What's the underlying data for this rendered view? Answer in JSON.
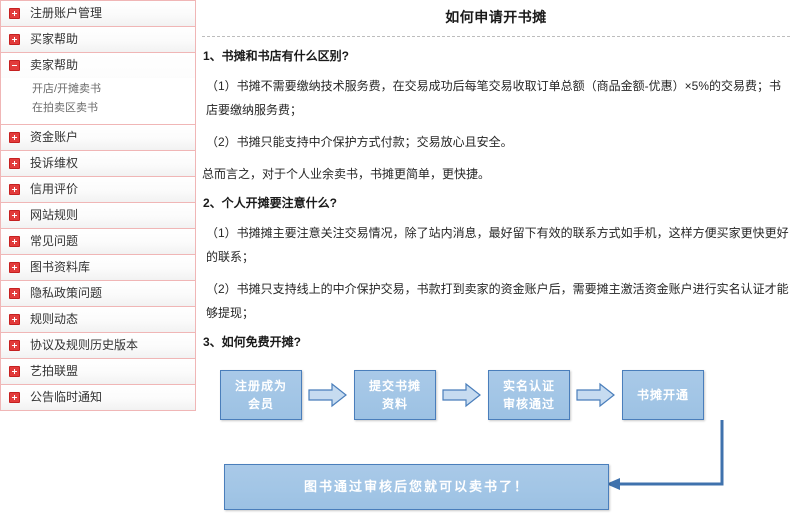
{
  "sidebar": {
    "items": [
      {
        "label": "注册账户管理",
        "icon": "plus-icon",
        "expanded": false,
        "children": []
      },
      {
        "label": "买家帮助",
        "icon": "plus-icon",
        "expanded": false,
        "children": []
      },
      {
        "label": "卖家帮助",
        "icon": "minus-icon",
        "expanded": true,
        "children": [
          "开店/开摊卖书",
          "在拍卖区卖书"
        ]
      },
      {
        "label": "资金账户",
        "icon": "plus-icon",
        "expanded": false,
        "children": []
      },
      {
        "label": "投诉维权",
        "icon": "plus-icon",
        "expanded": false,
        "children": []
      },
      {
        "label": "信用评价",
        "icon": "plus-icon",
        "expanded": false,
        "children": []
      },
      {
        "label": "网站规则",
        "icon": "plus-icon",
        "expanded": false,
        "children": []
      },
      {
        "label": "常见问题",
        "icon": "plus-icon",
        "expanded": false,
        "children": []
      },
      {
        "label": "图书资料库",
        "icon": "plus-icon",
        "expanded": false,
        "children": []
      },
      {
        "label": "隐私政策问题",
        "icon": "plus-icon",
        "expanded": false,
        "children": []
      },
      {
        "label": "规则动态",
        "icon": "plus-icon",
        "expanded": false,
        "children": []
      },
      {
        "label": "协议及规则历史版本",
        "icon": "plus-icon",
        "expanded": false,
        "children": []
      },
      {
        "label": "艺拍联盟",
        "icon": "plus-icon",
        "expanded": false,
        "children": []
      },
      {
        "label": "公告临时通知",
        "icon": "plus-icon",
        "expanded": false,
        "children": []
      }
    ]
  },
  "main": {
    "title": "如何申请开书摊",
    "sections": [
      {
        "heading": "1、书摊和书店有什么区别?",
        "paragraphs": [
          "（1）书摊不需要缴纳技术服务费，在交易成功后每笔交易收取订单总额（商品金额-优惠）×5%的交易费；书店要缴纳服务费；",
          "（2）书摊只能支持中介保护方式付款；交易放心且安全。",
          "总而言之，对于个人业余卖书，书摊更简单，更快捷。"
        ]
      },
      {
        "heading": "2、个人开摊要注意什么?",
        "paragraphs": [
          "（1）书摊摊主要注意关注交易情况，除了站内消息，最好留下有效的联系方式如手机，这样方便买家更快更好的联系；",
          "（2）书摊只支持线上的中介保护交易，书款打到卖家的资金账户后，需要摊主激活资金账户进行实名认证才能够提现；"
        ]
      },
      {
        "heading": "3、如何免费开摊?",
        "paragraphs": []
      }
    ]
  },
  "flowchart": {
    "type": "diagram",
    "steps": [
      {
        "line1": "注册成为",
        "line2": "会员"
      },
      {
        "line1": "提交书摊",
        "line2": "资料"
      },
      {
        "line1": "实名认证",
        "line2": "审核通过"
      },
      {
        "line1": "书摊开通",
        "line2": ""
      }
    ],
    "result": "图书通过审核后您就可以卖书了！",
    "colors": {
      "box_fill": "#a3c6e6",
      "box_border": "#4a7ebb",
      "arrow_fill": "#c6dbf0",
      "arrow_border": "#4a7ebb",
      "connector": "#3f72ad",
      "text": "#ffffff"
    }
  },
  "theme": {
    "sidebar_border": "#f0b6b6",
    "toggle_icon_bg": "#e23b3b",
    "title_color": "#1a1a1a",
    "body_text": "#262626"
  }
}
